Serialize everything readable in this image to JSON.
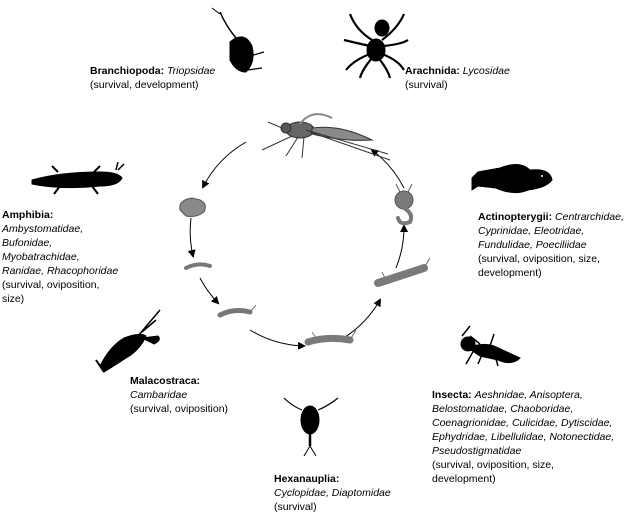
{
  "groups": {
    "branchiopoda": {
      "taxon": "Branchiopoda:",
      "families_inline": "Triopsidae",
      "effects": "(survival, development)",
      "icon": "tadpole-shrimp-icon"
    },
    "arachnida": {
      "taxon": "Arachnida:",
      "families_inline": "Lycosidae",
      "effects": "(survival)",
      "icon": "spider-icon"
    },
    "amphibia": {
      "taxon": "Amphibia:",
      "families_lines": [
        "Ambystomatidae,",
        "Bufonidae,",
        "Myobatrachidae,",
        "Ranidae, Rhacophoridae"
      ],
      "effects_lines": [
        "(survival, oviposition,",
        "size)"
      ],
      "icon": "salamander-icon"
    },
    "actinopterygii": {
      "taxon": "Actinopterygii:",
      "families_inline": "Centrarchidae,",
      "families_lines": [
        "Cyprinidae, Eleotridae,",
        "Fundulidae, Poeciliidae"
      ],
      "effects_lines": [
        "(survival, oviposition, size,",
        "development)"
      ],
      "icon": "fish-icon"
    },
    "malacostraca": {
      "taxon": "Malacostraca:",
      "families_lines": [
        "Cambaridae"
      ],
      "effects": "(survival, oviposition)",
      "icon": "crayfish-icon"
    },
    "insecta": {
      "taxon": "Insecta:",
      "families_inline": "Aeshnidae, Anisoptera,",
      "families_lines": [
        "Belostomatidae, Chaoboridae,",
        "Coenagrionidae, Culicidae, Dytiscidae,",
        "Ephydridae, Libellulidae, Notonectidae,",
        "Pseudostigmatidae"
      ],
      "effects_lines": [
        "(survival, oviposition, size,",
        "development)"
      ],
      "icon": "dragonfly-nymph-icon"
    },
    "hexanauplia": {
      "taxon": "Hexanauplia:",
      "families_lines": [
        "Cyclopidae, Diaptomidae"
      ],
      "effects": "(survival)",
      "icon": "copepod-icon"
    }
  },
  "lifecycle": [
    "adult-mosquito-icon",
    "egg-raft-icon",
    "first-instar-larva-icon",
    "second-instar-larva-icon",
    "third-instar-larva-icon",
    "fourth-instar-larva-icon",
    "pupa-icon"
  ],
  "colors": {
    "silhouette": "#000000",
    "lifecycle_gray": "#7a7a7a"
  }
}
